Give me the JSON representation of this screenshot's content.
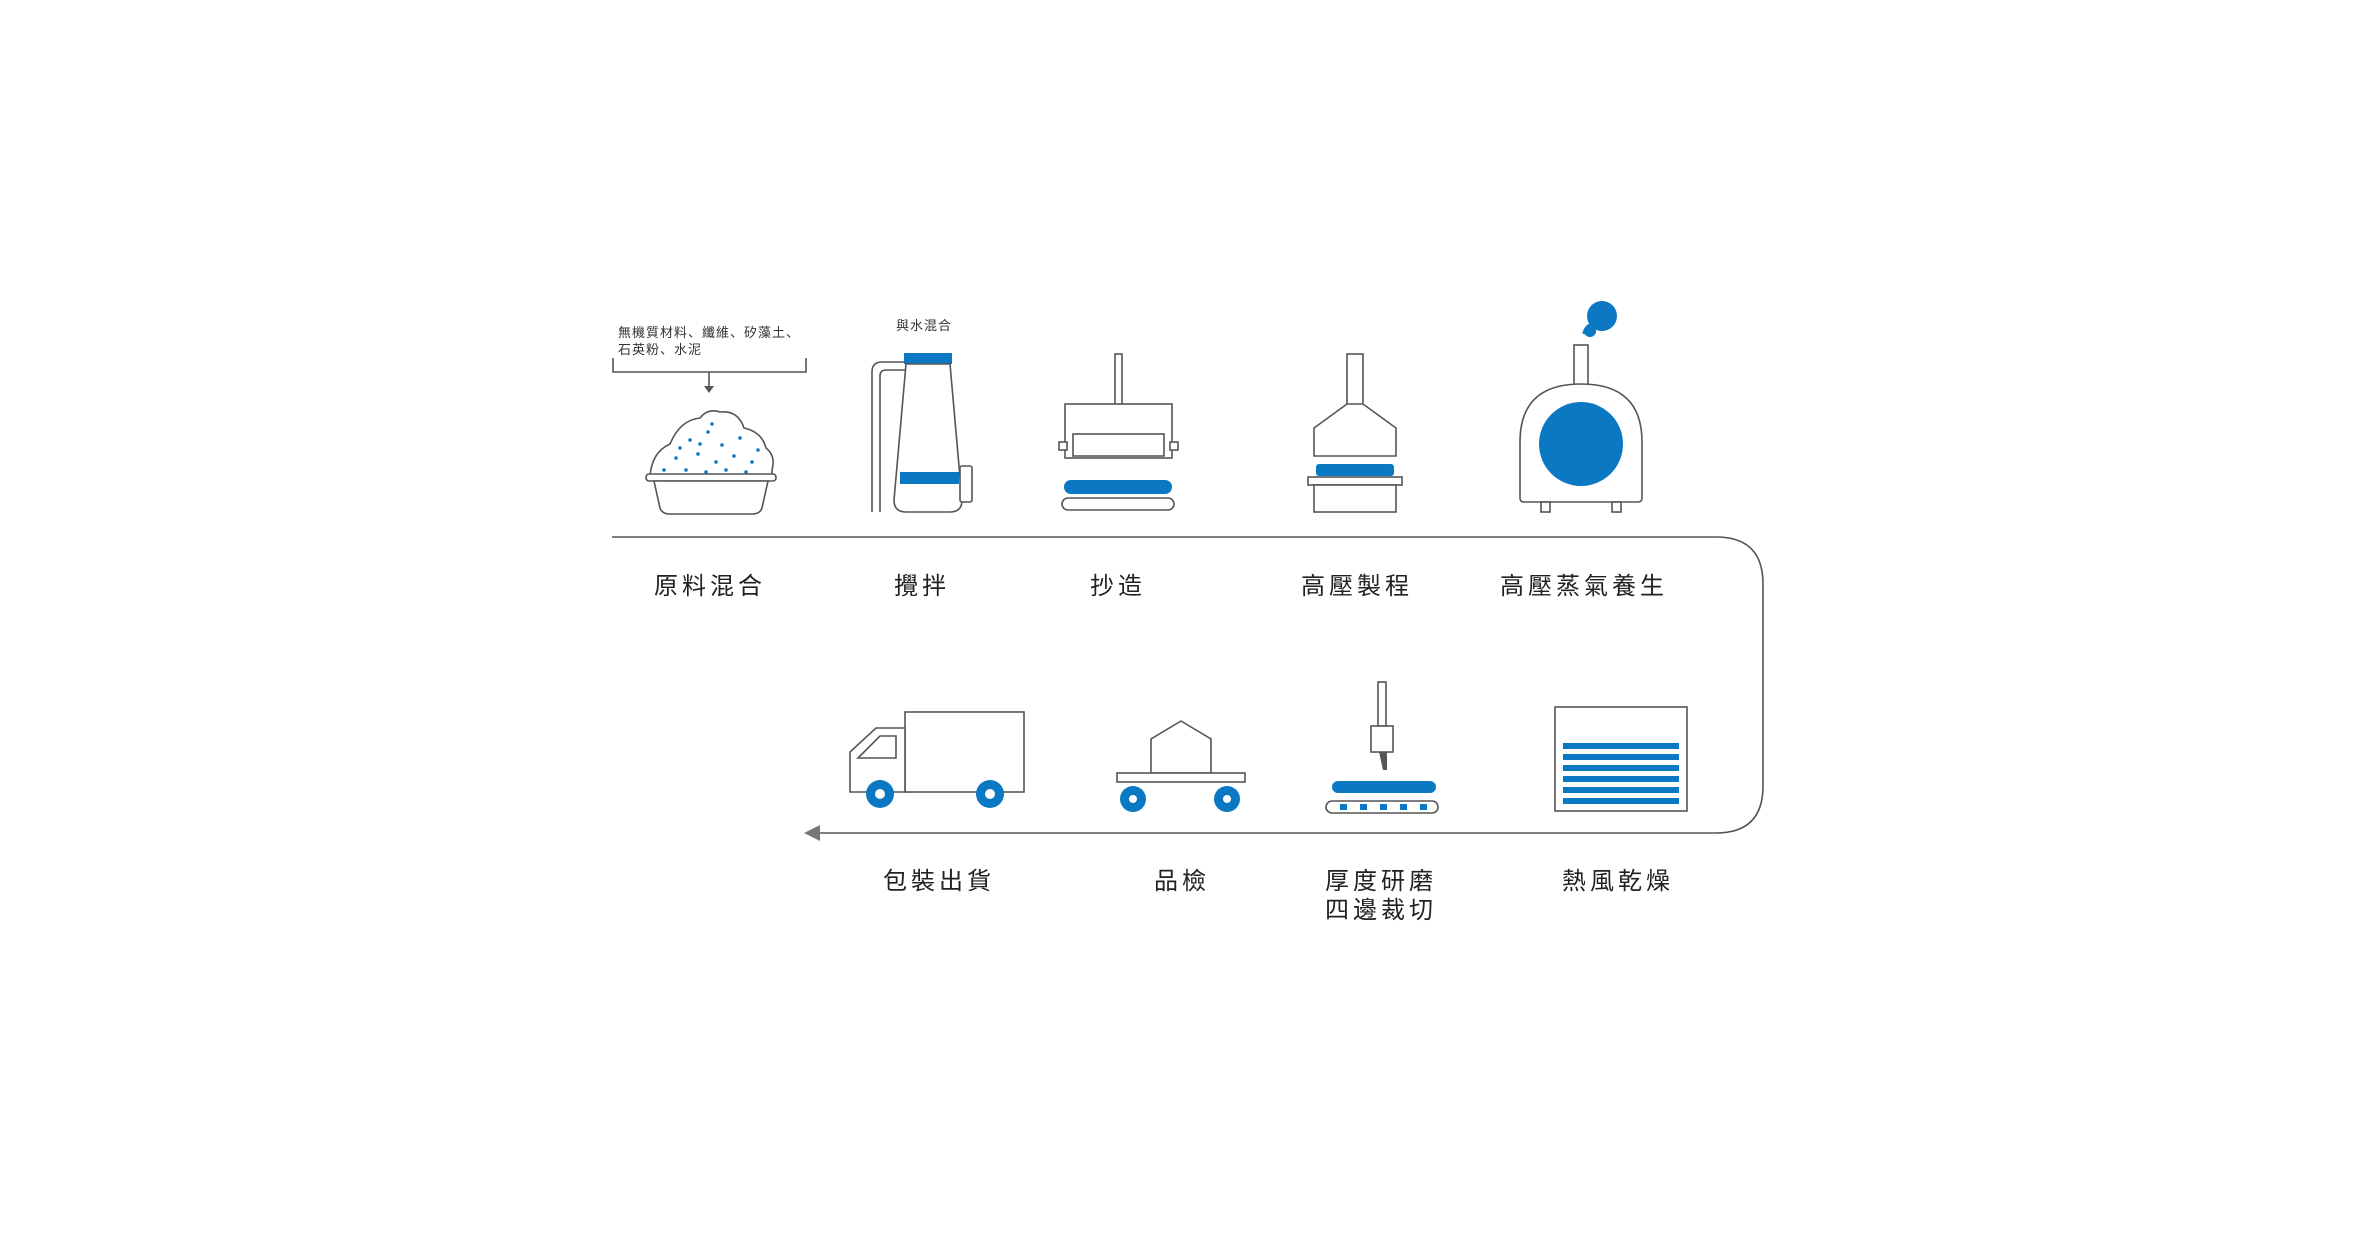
{
  "colors": {
    "accent": "#0a78c2",
    "line": "#555555",
    "text": "#222222",
    "arrow": "#777777"
  },
  "notes": {
    "materials_line1": "無機質材料、纖維、矽藻土、",
    "materials_line2": "石英粉、水泥",
    "water": "與水混合"
  },
  "steps_top": [
    {
      "label": "原料混合",
      "icon": "bowl-icon"
    },
    {
      "label": "攪拌",
      "icon": "mixer-icon"
    },
    {
      "label": "抄造",
      "icon": "sheet-forming-icon"
    },
    {
      "label": "高壓製程",
      "icon": "press-icon"
    },
    {
      "label": "高壓蒸氣養生",
      "icon": "autoclave-icon"
    }
  ],
  "steps_bottom": [
    {
      "label": "熱風乾燥",
      "icon": "dryer-icon"
    },
    {
      "label_line1": "厚度研磨",
      "label_line2": "四邊裁切",
      "icon": "grinding-cutting-icon"
    },
    {
      "label": "品檢",
      "icon": "inspection-cart-icon"
    },
    {
      "label": "包裝出貨",
      "icon": "truck-icon"
    }
  ]
}
